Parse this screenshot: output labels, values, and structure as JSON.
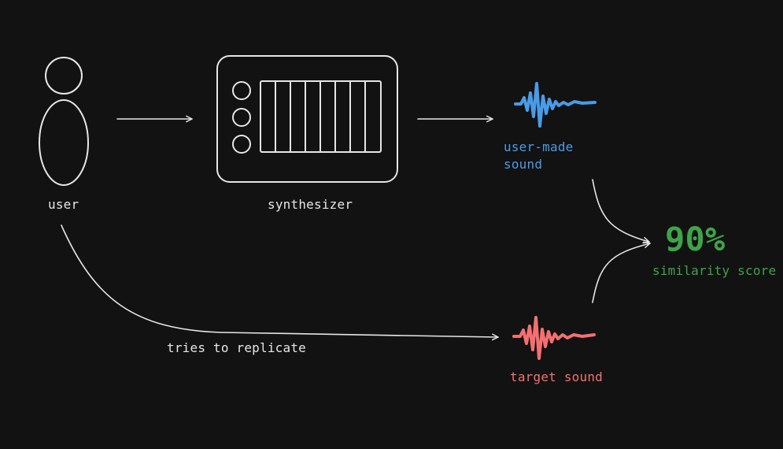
{
  "labels": {
    "user": "user",
    "synthesizer": "synthesizer",
    "user_sound": "user-made\nsound",
    "tries": "tries to replicate",
    "target_sound": "target sound",
    "score_value": "90%",
    "score_label": "similarity score"
  },
  "colors": {
    "background": "#121212",
    "stroke": "#e6e6e6",
    "user_sound": "#4a9be8",
    "target_sound": "#f47070",
    "score": "#3fa34a"
  },
  "icons": {
    "user": "person-icon",
    "synthesizer": "synthesizer-icon",
    "user_sound": "waveform-icon",
    "target_sound": "waveform-icon"
  }
}
